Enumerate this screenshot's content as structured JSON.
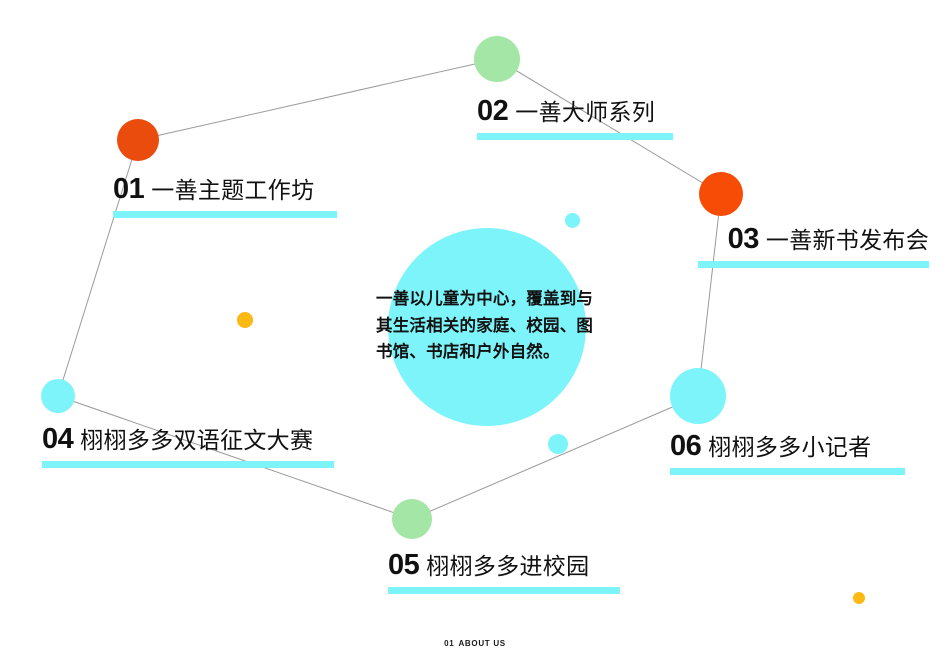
{
  "slide": {
    "background_color": "#ffffff",
    "footer": {
      "number": "01",
      "label": "ABOUT US"
    },
    "center": {
      "text": "一善以儿童为中心，覆盖到与其生活相关的家庭、校园、图书馆、书店和户外自然。",
      "bubble_color": "#7df4f9"
    },
    "accent_colors": {
      "cyan": "#7df4f9",
      "orange": "#ea4c0d",
      "green": "#a3e6a6",
      "yellow": "#fcb813",
      "connector": "#9a9a9a",
      "text": "#111111"
    },
    "items": [
      {
        "number": "01",
        "label": "一善主题工作坊",
        "node_color": "#ea4c0d",
        "node_radius": 21
      },
      {
        "number": "02",
        "label": "一善大师系列",
        "node_color": "#a3e6a6",
        "node_radius": 23
      },
      {
        "number": "03",
        "label": "一善新书发布会",
        "node_color": "#f64c06",
        "node_radius": 22
      },
      {
        "number": "04",
        "label": "栩栩多多双语征文大赛",
        "node_color": "#7df4f9",
        "node_radius": 17
      },
      {
        "number": "05",
        "label": "栩栩多多进校园",
        "node_color": "#a3e6a6",
        "node_radius": 20
      },
      {
        "number": "06",
        "label": "栩栩多多小记者",
        "node_color": "#7df4f9",
        "node_radius": 28
      }
    ]
  }
}
